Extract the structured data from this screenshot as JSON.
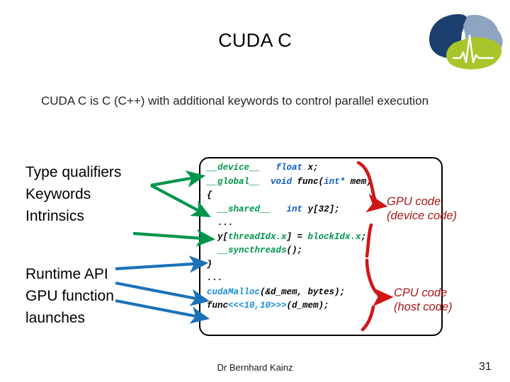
{
  "slide": {
    "title": "CUDA C",
    "subtitle": "CUDA C is C (C++) with additional keywords to control parallel execution",
    "page_number": "31",
    "author": "Dr Bernhard Kainz"
  },
  "left_labels": {
    "group1": [
      "Type qualifiers",
      "Keywords",
      "Intrinsics"
    ],
    "group2": [
      "Runtime API",
      "GPU function",
      "launches"
    ]
  },
  "code": {
    "lines": [
      "__device__   float x;",
      "__global__  void func(int* mem)",
      "{",
      "  __shared__   int y[32];",
      "  ...",
      "  y[threadIdx.x] = blockIdx.x;",
      "  __syncthreads();",
      "}",
      "...",
      "cudaMalloc(&d_mem, bytes);",
      "func<<<10,10>>>(d_mem);"
    ],
    "tokens": [
      [
        {
          "t": "__device__",
          "c": "kw-green"
        },
        {
          "t": "   ",
          "c": "kw-black"
        },
        {
          "t": "float",
          "c": "kw-blue"
        },
        {
          "t": " x;",
          "c": "kw-black"
        }
      ],
      [
        {
          "t": "__global__",
          "c": "kw-green"
        },
        {
          "t": "  ",
          "c": "kw-black"
        },
        {
          "t": "void",
          "c": "kw-blue"
        },
        {
          "t": " func(",
          "c": "kw-black"
        },
        {
          "t": "int*",
          "c": "kw-blue"
        },
        {
          "t": " mem)",
          "c": "kw-black"
        }
      ],
      [
        {
          "t": "{",
          "c": "kw-black"
        }
      ],
      [
        {
          "t": "  ",
          "c": "kw-black"
        },
        {
          "t": "__shared__",
          "c": "kw-green"
        },
        {
          "t": "   ",
          "c": "kw-black"
        },
        {
          "t": "int",
          "c": "kw-blue"
        },
        {
          "t": " y[32];",
          "c": "kw-black"
        }
      ],
      [
        {
          "t": "  ...",
          "c": "kw-black"
        }
      ],
      [
        {
          "t": "  y[",
          "c": "kw-black"
        },
        {
          "t": "threadIdx.x",
          "c": "kw-green"
        },
        {
          "t": "] = ",
          "c": "kw-black"
        },
        {
          "t": "blockIdx.x",
          "c": "kw-green"
        },
        {
          "t": ";",
          "c": "kw-black"
        }
      ],
      [
        {
          "t": "  ",
          "c": "kw-black"
        },
        {
          "t": "__syncthreads",
          "c": "kw-green"
        },
        {
          "t": "();",
          "c": "kw-black"
        }
      ],
      [
        {
          "t": "}",
          "c": "kw-black"
        }
      ],
      [
        {
          "t": "...",
          "c": "kw-black"
        }
      ],
      [
        {
          "t": "cudaMalloc",
          "c": "kw-cyan"
        },
        {
          "t": "(&d_mem, bytes);",
          "c": "kw-black"
        }
      ],
      [
        {
          "t": "func",
          "c": "kw-black"
        },
        {
          "t": "<<<10,10>>>",
          "c": "kw-cyan"
        },
        {
          "t": "(d_mem);",
          "c": "kw-black"
        }
      ]
    ]
  },
  "annotations": {
    "gpu": "GPU code\n(device code)",
    "cpu": "CPU code\n(host code)"
  },
  "colors": {
    "green_arrow": "#00954b",
    "blue_arrow": "#1b72b8",
    "red_brace": "#d01717",
    "red_text": "#a81818",
    "code_green": "#00954b",
    "code_blue": "#0f5fbf",
    "code_cyan": "#1b8fd4",
    "logo_navy": "#1b3f6e",
    "logo_slate": "#8fa4c0",
    "logo_green": "#a8c62c"
  },
  "icons": {
    "logo": "brain-ecg-logo"
  }
}
